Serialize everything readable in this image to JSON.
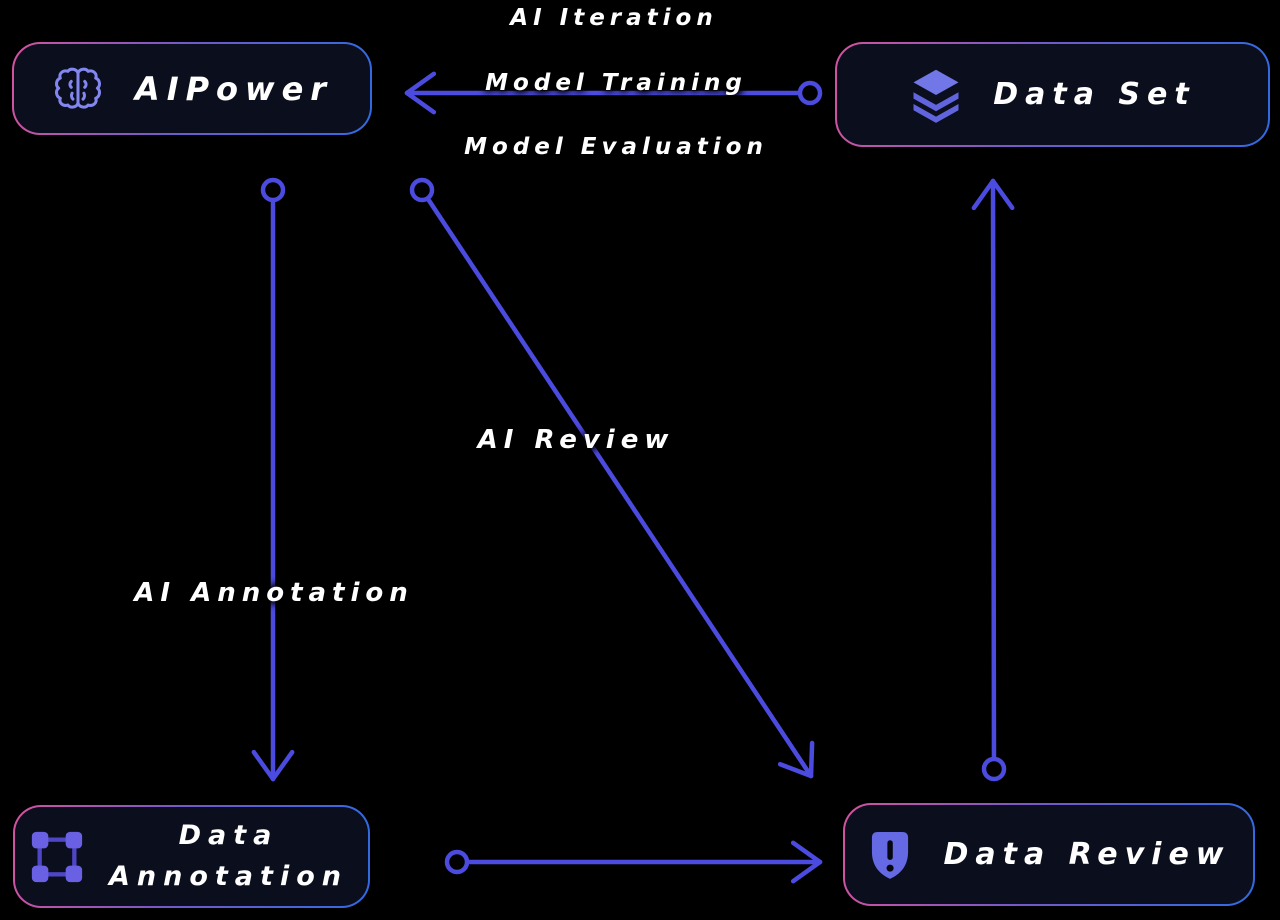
{
  "diagram": {
    "colors": {
      "background": "#000000",
      "line": "#4c4be0",
      "node_background": "#0b0e1c",
      "border_gradient_start": "#d4539e",
      "border_gradient_end": "#2f6be3",
      "label_text": "#ffffff",
      "icon_purple": "#6a60e4"
    },
    "nodes": [
      {
        "id": "aipower",
        "label": "AIPower",
        "icon": "brain-icon"
      },
      {
        "id": "dataset",
        "label": "Data Set",
        "icon": "layers-icon"
      },
      {
        "id": "annotation",
        "label": "Data Annotation",
        "icon": "bounding-box-icon"
      },
      {
        "id": "review",
        "label": "Data Review",
        "icon": "shield-alert-icon"
      }
    ],
    "edges": [
      {
        "from": "dataset",
        "to": "aipower",
        "labels": [
          "AI Iteration",
          "Model Training",
          "Model Evaluation"
        ]
      },
      {
        "from": "aipower",
        "to": "annotation",
        "labels": [
          "AI Annotation"
        ]
      },
      {
        "from": "aipower",
        "to": "review",
        "labels": [
          "AI Review"
        ]
      },
      {
        "from": "annotation",
        "to": "review",
        "labels": []
      },
      {
        "from": "review",
        "to": "dataset",
        "labels": []
      }
    ]
  }
}
